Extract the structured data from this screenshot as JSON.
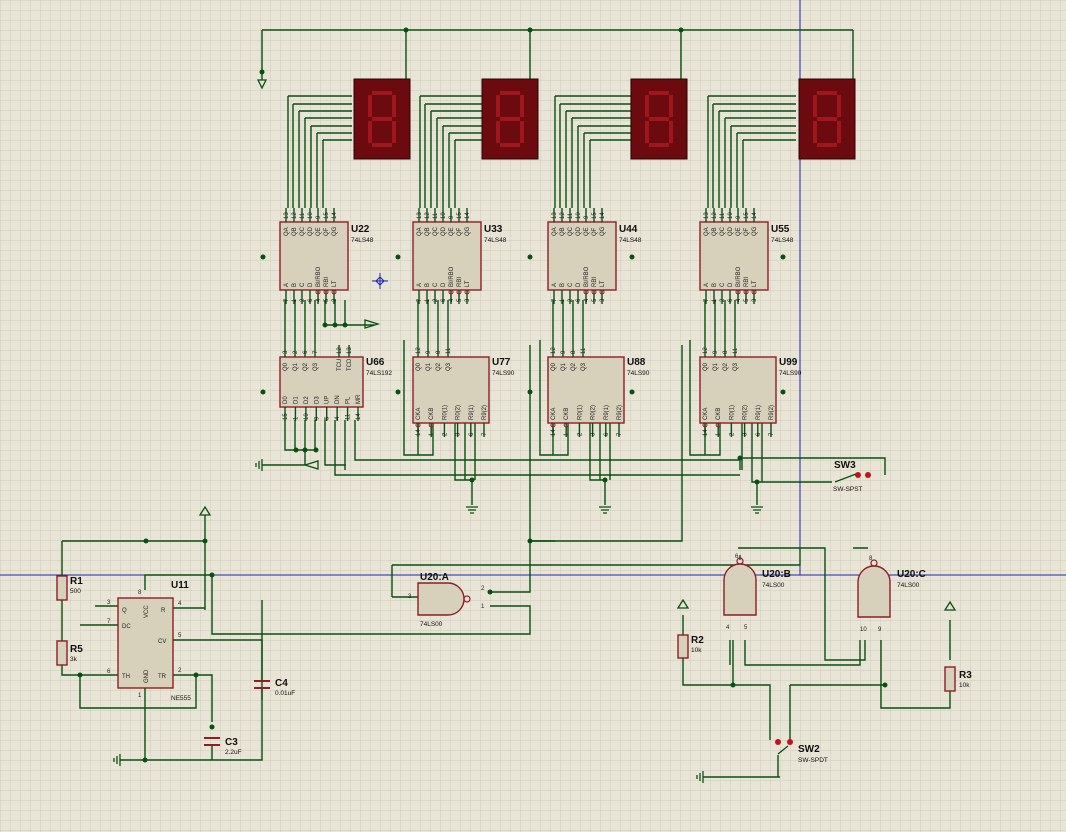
{
  "colors": {
    "background": "#e9e5d6",
    "grid": "#cfcab8",
    "wire": "#0a4f12",
    "chip_fill": "#d7d0bb",
    "chip_border": "#8c1e26",
    "display_fill": "#6b0a0f",
    "display_segment": "#a0161d",
    "selection_line": "#1c22b0"
  },
  "displays": [
    {
      "name": "display-1"
    },
    {
      "name": "display-2"
    },
    {
      "name": "display-3"
    },
    {
      "name": "display-4"
    }
  ],
  "decoders": [
    {
      "ref": "U22",
      "part": "74LS48",
      "pins_top": [
        "13",
        "12",
        "11",
        "10",
        "9",
        "15",
        "14"
      ],
      "outputs": [
        "QA",
        "QB",
        "QC",
        "QD",
        "QE",
        "QF",
        "QG"
      ],
      "inputs": [
        "A",
        "B",
        "C",
        "D",
        "BI/RBO",
        "RBI",
        "LT"
      ],
      "pins_bottom": [
        "7",
        "1",
        "2",
        "6",
        "4",
        "5",
        "3"
      ]
    },
    {
      "ref": "U33",
      "part": "74LS48",
      "pins_top": [
        "13",
        "12",
        "11",
        "10",
        "9",
        "15",
        "14"
      ],
      "outputs": [
        "QA",
        "QB",
        "QC",
        "QD",
        "QE",
        "QF",
        "QG"
      ],
      "inputs": [
        "A",
        "B",
        "C",
        "D",
        "BI/RBO",
        "RBI",
        "LT"
      ],
      "pins_bottom": [
        "7",
        "1",
        "2",
        "6",
        "4",
        "5",
        "3"
      ]
    },
    {
      "ref": "U44",
      "part": "74LS48",
      "pins_top": [
        "13",
        "12",
        "11",
        "10",
        "9",
        "15",
        "14"
      ],
      "outputs": [
        "QA",
        "QB",
        "QC",
        "QD",
        "QE",
        "QF",
        "QG"
      ],
      "inputs": [
        "A",
        "B",
        "C",
        "D",
        "BI/RBO",
        "RBI",
        "LT"
      ],
      "pins_bottom": [
        "7",
        "1",
        "2",
        "6",
        "4",
        "5",
        "3"
      ]
    },
    {
      "ref": "U55",
      "part": "74LS48",
      "pins_top": [
        "13",
        "12",
        "11",
        "10",
        "9",
        "15",
        "14"
      ],
      "outputs": [
        "QA",
        "QB",
        "QC",
        "QD",
        "QE",
        "QF",
        "QG"
      ],
      "inputs": [
        "A",
        "B",
        "C",
        "D",
        "BI/RBO",
        "RBI",
        "LT"
      ],
      "pins_bottom": [
        "7",
        "1",
        "2",
        "6",
        "4",
        "5",
        "3"
      ]
    }
  ],
  "counter192": {
    "ref": "U66",
    "part": "74LS192",
    "pins_top": [
      "3",
      "2",
      "6",
      "7",
      "12",
      "13"
    ],
    "top_labels": [
      "Q0",
      "Q1",
      "Q2",
      "Q3",
      "TCU",
      "TCD"
    ],
    "bottom_labels": [
      "D0",
      "D1",
      "D2",
      "D3",
      "UP",
      "DN",
      "PL",
      "MR"
    ],
    "pins_bottom": [
      "15",
      "1",
      "10",
      "9",
      "5",
      "4",
      "11",
      "14"
    ]
  },
  "counters90": [
    {
      "ref": "U77",
      "part": "74LS90",
      "pins_top": [
        "12",
        "9",
        "8",
        "11"
      ],
      "top_labels": [
        "Q0",
        "Q1",
        "Q2",
        "Q3"
      ],
      "bottom_labels": [
        "CKA",
        "CKB",
        "R0(1)",
        "R0(2)",
        "R9(1)",
        "R9(2)"
      ],
      "pins_bottom": [
        "14",
        "1",
        "2",
        "3",
        "6",
        "7"
      ]
    },
    {
      "ref": "U88",
      "part": "74LS90",
      "pins_top": [
        "12",
        "9",
        "8",
        "11"
      ],
      "top_labels": [
        "Q0",
        "Q1",
        "Q2",
        "Q3"
      ],
      "bottom_labels": [
        "CKA",
        "CKB",
        "R0(1)",
        "R0(2)",
        "R9(1)",
        "R9(2)"
      ],
      "pins_bottom": [
        "14",
        "1",
        "2",
        "3",
        "6",
        "7"
      ]
    },
    {
      "ref": "U99",
      "part": "74LS90",
      "pins_top": [
        "12",
        "9",
        "8",
        "11"
      ],
      "top_labels": [
        "Q0",
        "Q1",
        "Q2",
        "Q3"
      ],
      "bottom_labels": [
        "CKA",
        "CKB",
        "R0(1)",
        "R0(2)",
        "R9(1)",
        "R9(2)"
      ],
      "pins_bottom": [
        "14",
        "1",
        "2",
        "3",
        "6",
        "7"
      ]
    }
  ],
  "timer": {
    "ref": "U11",
    "part": "NE555",
    "labels": {
      "q": "Q",
      "dc": "DC",
      "th": "TH",
      "r": "R",
      "cv": "CV",
      "tr": "TR",
      "vcc": "VCC",
      "gnd": "GND"
    },
    "pins": {
      "q": "3",
      "dc": "7",
      "th": "6",
      "r": "4",
      "cv": "5",
      "tr": "2",
      "vcc": "8",
      "gnd": "1"
    }
  },
  "gates": [
    {
      "ref": "U20:A",
      "part": "74LS00",
      "pins": [
        "3",
        "2",
        "1"
      ]
    },
    {
      "ref": "U20:B",
      "part": "74LS00",
      "pins": [
        "6",
        "4",
        "5"
      ]
    },
    {
      "ref": "U20:C",
      "part": "74LS00",
      "pins": [
        "8",
        "10",
        "9"
      ]
    }
  ],
  "resistors": [
    {
      "ref": "R1",
      "value": "500"
    },
    {
      "ref": "R5",
      "value": "3k"
    },
    {
      "ref": "R2",
      "value": "10k"
    },
    {
      "ref": "R3",
      "value": "10k"
    }
  ],
  "capacitors": [
    {
      "ref": "C4",
      "value": "0.01uF"
    },
    {
      "ref": "C3",
      "value": "2.2uF"
    }
  ],
  "switches": [
    {
      "ref": "SW3",
      "part": "SW-SPST"
    },
    {
      "ref": "SW2",
      "part": "SW-SPDT"
    }
  ]
}
